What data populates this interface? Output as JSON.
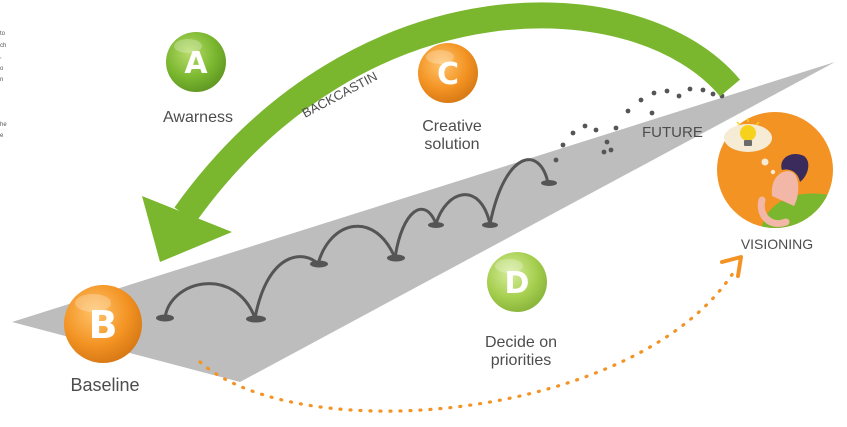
{
  "labels": {
    "awareness": "Awarness",
    "backcasting": "BACKCASTIN",
    "creative_line1": "Creative",
    "creative_line2": "solution",
    "future": "FUTURE",
    "visioning": "VISIONING",
    "baseline": "Baseline",
    "decide_line1": "Decide on",
    "decide_line2": "priorities"
  },
  "circles": {
    "a": "A",
    "b": "B",
    "c": "C",
    "d": "D"
  },
  "side_text": [
    "to",
    "ch",
    ",",
    "o",
    "n",
    "",
    "he",
    "e"
  ],
  "colors": {
    "green": "#7ab72f",
    "light_green": "#a6cf4f",
    "orange": "#f39323",
    "gray_plane": "#bdbdbd",
    "dark": "#555555",
    "dots": "#555555"
  },
  "icons": [
    "lightbulb-icon",
    "thinking-person-icon"
  ]
}
